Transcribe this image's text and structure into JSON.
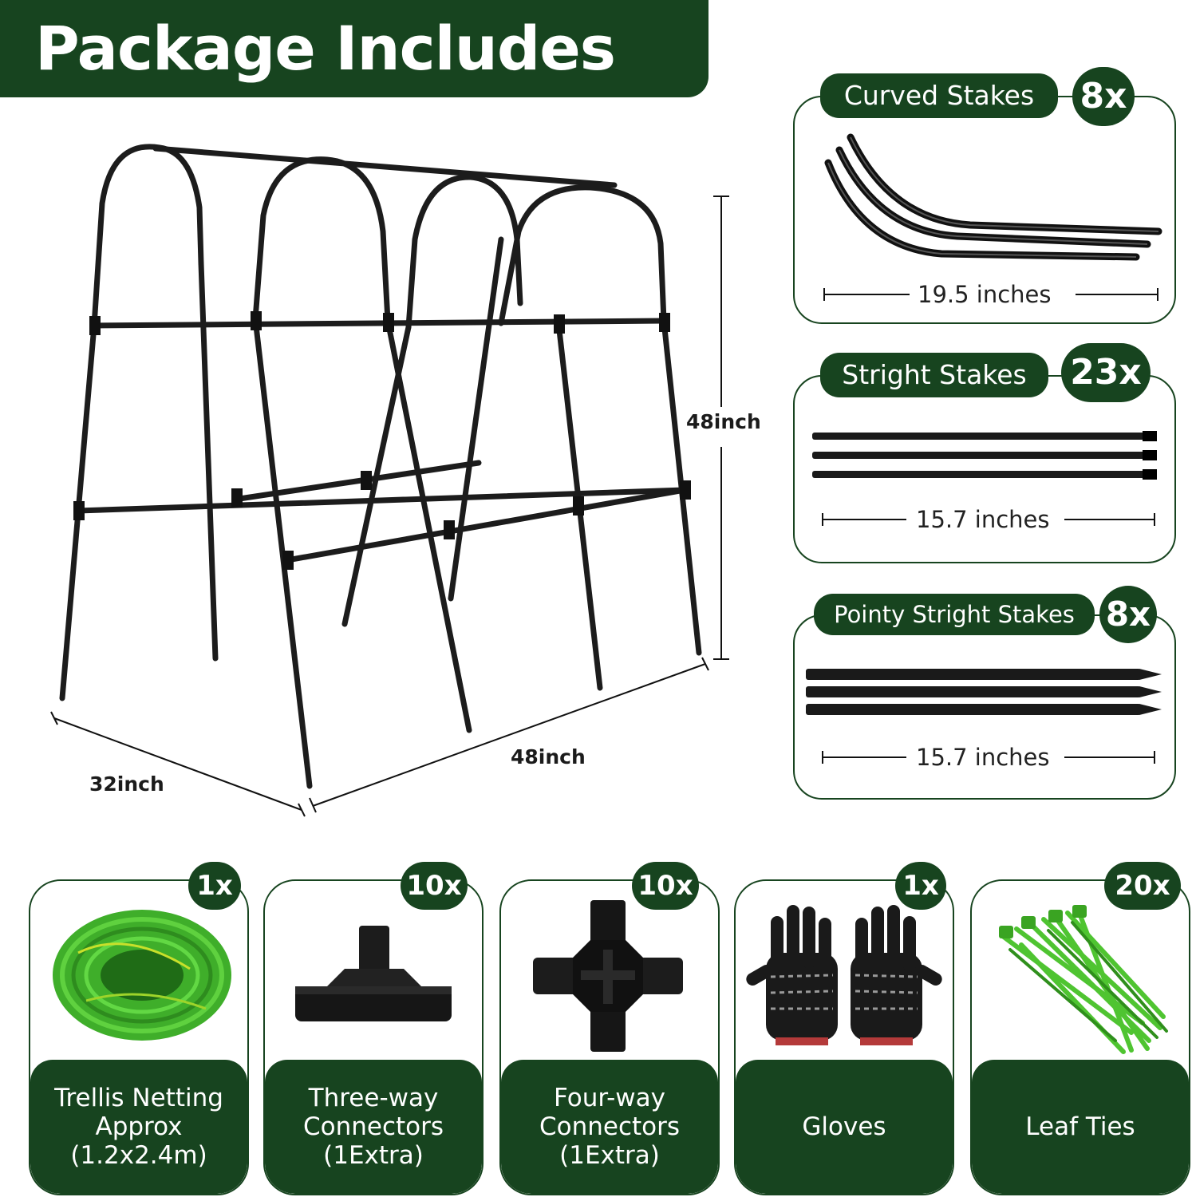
{
  "title": "Package Includes",
  "dimensions": {
    "height": "48inch",
    "length": "48inch",
    "width": "32inch"
  },
  "stake_panels": [
    {
      "name": "Curved Stakes",
      "qty": "8x",
      "measure": "19.5 inches"
    },
    {
      "name": "Stright Stakes",
      "qty": "23x",
      "measure": "15.7 inches"
    },
    {
      "name": "Pointy Stright Stakes",
      "qty": "8x",
      "measure": "15.7 inches"
    }
  ],
  "items": [
    {
      "qty": "1x",
      "lines": [
        "Trellis Netting",
        "Approx",
        "(1.2x2.4m)"
      ]
    },
    {
      "qty": "10x",
      "lines": [
        "Three-way",
        "Connectors",
        "(1Extra)"
      ]
    },
    {
      "qty": "10x",
      "lines": [
        "Four-way",
        "Connectors",
        "(1Extra)"
      ]
    },
    {
      "qty": "1x",
      "lines": [
        "Gloves"
      ]
    },
    {
      "qty": "20x",
      "lines": [
        "Leaf Ties"
      ]
    }
  ],
  "colors": {
    "brand_green": "#17441f",
    "bright_green": "#3fae2a",
    "frame_black": "#1a1a1a"
  }
}
